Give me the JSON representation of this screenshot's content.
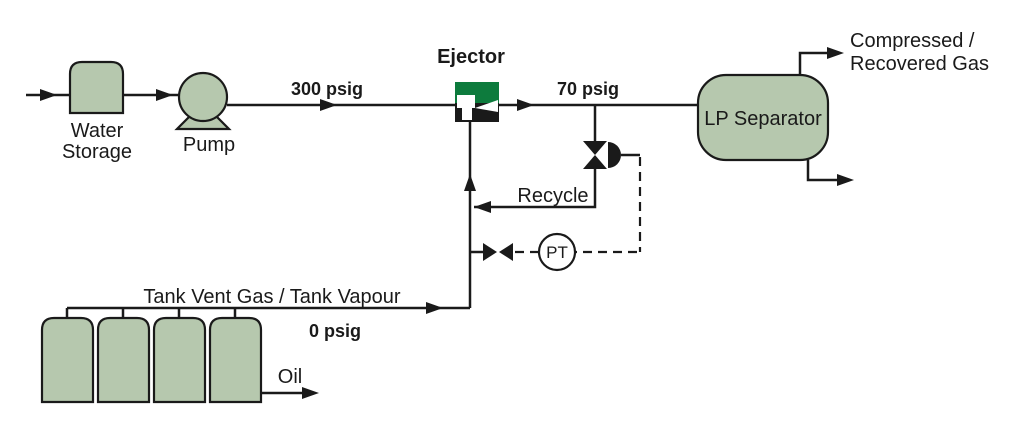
{
  "diagram": {
    "equipment": {
      "water_storage": {
        "label_line1": "Water",
        "label_line2": "Storage"
      },
      "pump": {
        "label": "Pump"
      },
      "ejector": {
        "label": "Ejector"
      },
      "lp_separator": {
        "label": "LP Separator"
      },
      "pressure_transmitter": {
        "label": "PT"
      },
      "tanks": {
        "count": 4
      }
    },
    "streams": {
      "pump_discharge_pressure": "300 psig",
      "ejector_discharge_pressure": "70 psig",
      "tank_vent_pressure": "0 psig",
      "recycle_label": "Recycle",
      "gas_out_line1": "Compressed /",
      "gas_out_line2": "Recovered Gas",
      "tank_vent_label": "Tank Vent Gas / Tank Vapour",
      "oil_label": "Oil"
    },
    "colors": {
      "vessel_fill": "#b6c8ae",
      "ejector_green": "#0d7b3d",
      "line": "#1a1a1a",
      "text": "#1a1a1a"
    }
  }
}
